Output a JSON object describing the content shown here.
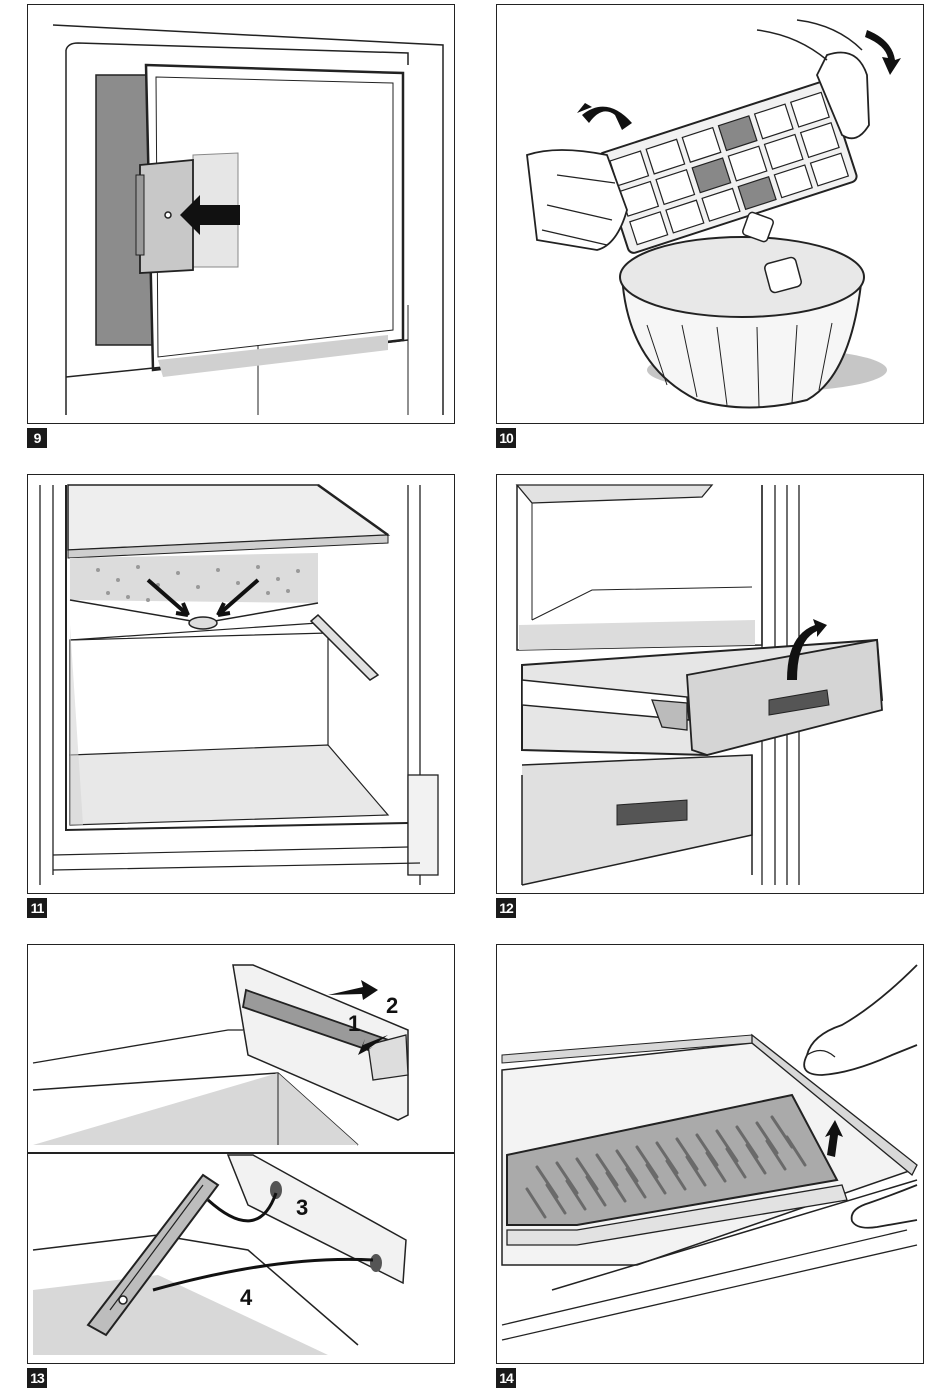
{
  "figures": [
    {
      "number": "9"
    },
    {
      "number": "10"
    },
    {
      "number": "11"
    },
    {
      "number": "12"
    },
    {
      "number": "13",
      "callouts": [
        "1",
        "2",
        "3",
        "4"
      ]
    },
    {
      "number": "14"
    }
  ],
  "colors": {
    "line": "#222222",
    "shade": "#b9b9b9",
    "light": "#e4e4e4",
    "dark": "#555555",
    "badge": "#1a1a1a"
  }
}
